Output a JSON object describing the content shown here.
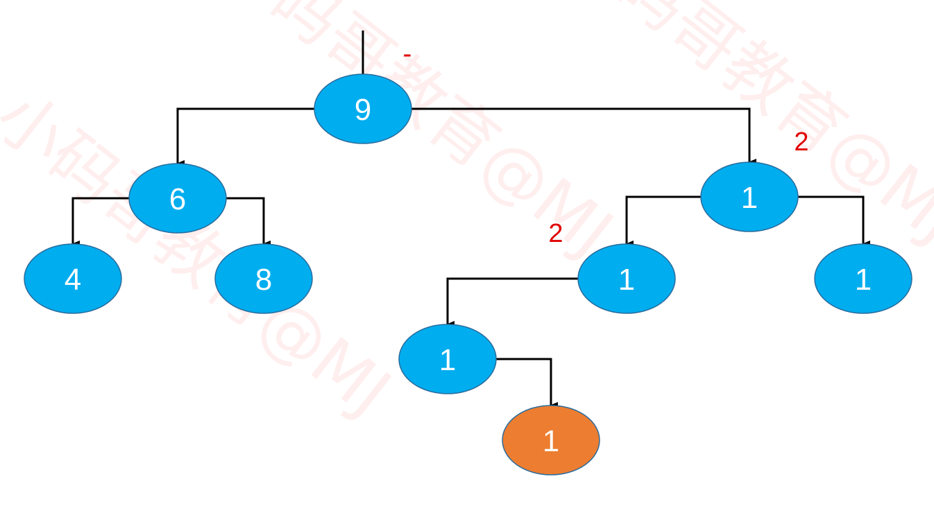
{
  "colors": {
    "node_fill": "#00adef",
    "node_stroke": "#2a6c9c",
    "highlight_fill": "#ed7d31",
    "edge": "#000000",
    "annotation": "#e00000"
  },
  "nodes": [
    {
      "id": "n9",
      "label": "9",
      "highlight": false
    },
    {
      "id": "n6",
      "label": "6",
      "highlight": false
    },
    {
      "id": "n4",
      "label": "4",
      "highlight": false
    },
    {
      "id": "n8",
      "label": "8",
      "highlight": false
    },
    {
      "id": "nr1",
      "label": "1",
      "highlight": false
    },
    {
      "id": "nrl1",
      "label": "1",
      "highlight": false
    },
    {
      "id": "nrr1",
      "label": "1",
      "highlight": false
    },
    {
      "id": "nrll1",
      "label": "1",
      "highlight": false
    },
    {
      "id": "nrllr1",
      "label": "1",
      "highlight": true
    }
  ],
  "edges": [
    {
      "from": "n9",
      "to": "n6"
    },
    {
      "from": "n9",
      "to": "nr1"
    },
    {
      "from": "n6",
      "to": "n4"
    },
    {
      "from": "n6",
      "to": "n8"
    },
    {
      "from": "nr1",
      "to": "nrl1"
    },
    {
      "from": "nr1",
      "to": "nrr1"
    },
    {
      "from": "nrl1",
      "to": "nrll1"
    },
    {
      "from": "nrll1",
      "to": "nrllr1"
    }
  ],
  "annotations": [
    {
      "id": "a-root",
      "text": "-"
    },
    {
      "id": "a-right",
      "text": "2"
    },
    {
      "id": "a-rl",
      "text": "2"
    }
  ],
  "watermark": "小码哥教育@MJ"
}
